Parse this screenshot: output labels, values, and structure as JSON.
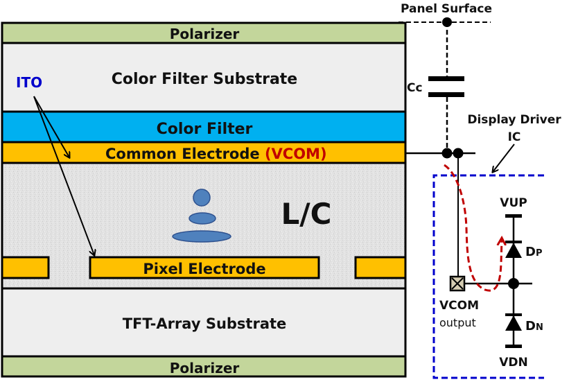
{
  "layers": {
    "top_polarizer": "Polarizer",
    "cf_substrate": "Color Filter Substrate",
    "color_filter": "Color Filter",
    "common_electrode": "Common Electrode ",
    "common_electrode_suffix": "(VCOM)",
    "liquid_crystal": "L/C",
    "pixel_electrode": "Pixel Electrode",
    "tft_substrate": "TFT-Array Substrate",
    "bottom_polarizer": "Polarizer"
  },
  "annotations": {
    "ito": "ITO",
    "panel_surface": "Panel Surface",
    "coupling_cap": "Cc",
    "driver_ic_line1": "Display Driver",
    "driver_ic_line2": "IC"
  },
  "circuit": {
    "vup": "VUP",
    "vdn": "VDN",
    "dp_main": "D",
    "dp_sub": "P",
    "dn_main": "D",
    "dn_sub": "N",
    "vcom": "VCOM",
    "vcom_sub": "output"
  },
  "colors": {
    "polarizer": "#c3d69b",
    "substrate": "#eeeeee",
    "color_filter": "#00b0f0",
    "electrode": "#ffc000",
    "lc_bg": "#e4e4e4",
    "lc_molecule": "#4f81bd",
    "ito_text": "#0000cc",
    "vcom_text": "#c00000",
    "ic_box": "#0000cc",
    "discharge_path": "#c00000"
  }
}
